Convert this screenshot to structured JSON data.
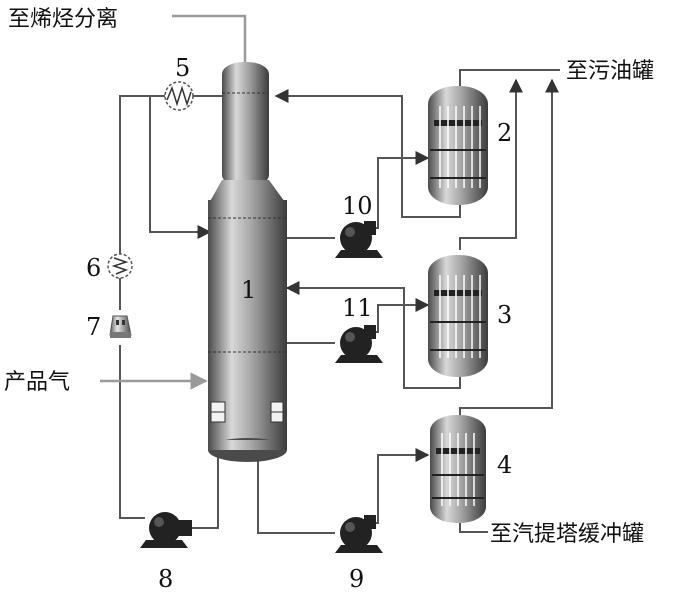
{
  "labels": {
    "to_olefin": "至烯烃分离",
    "to_slop_tank": "至污油罐",
    "product_gas": "产品气",
    "to_stripper_buffer": "至汽提塔缓冲罐"
  },
  "numbers": {
    "n1": "1",
    "n2": "2",
    "n3": "3",
    "n4": "4",
    "n5": "5",
    "n6": "6",
    "n7": "7",
    "n8": "8",
    "n9": "9",
    "n10": "10",
    "n11": "11"
  }
}
